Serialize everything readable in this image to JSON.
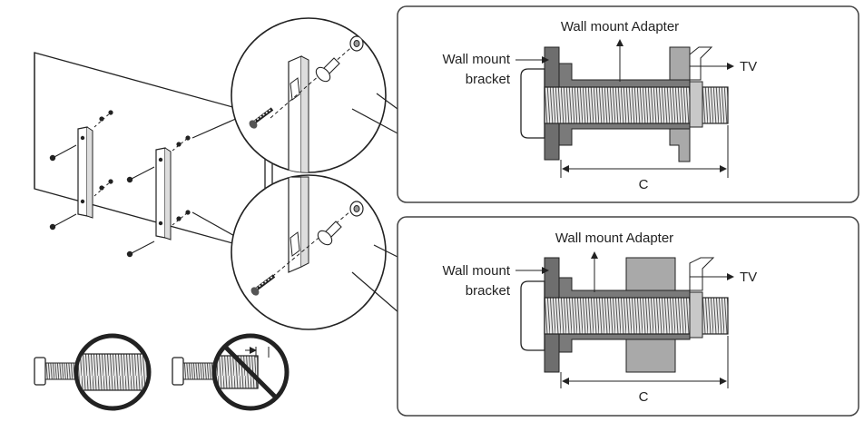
{
  "top_panel": {
    "adapter_label": "Wall mount Adapter",
    "bracket_label_line1": "Wall mount",
    "bracket_label_line2": "bracket",
    "tv_label": "TV",
    "dimension_label": "C"
  },
  "bottom_panel": {
    "adapter_label": "Wall mount Adapter",
    "bracket_label_line1": "Wall mount",
    "bracket_label_line2": "bracket",
    "tv_label": "TV",
    "dimension_label": "C"
  },
  "colors": {
    "line": "#222222",
    "panel_border": "#444444",
    "dark_fill": "#6e6e6e",
    "mid_fill": "#a6a6a6",
    "light_fill": "#d9d9d9",
    "thread_fill": "#e6e6e6"
  }
}
